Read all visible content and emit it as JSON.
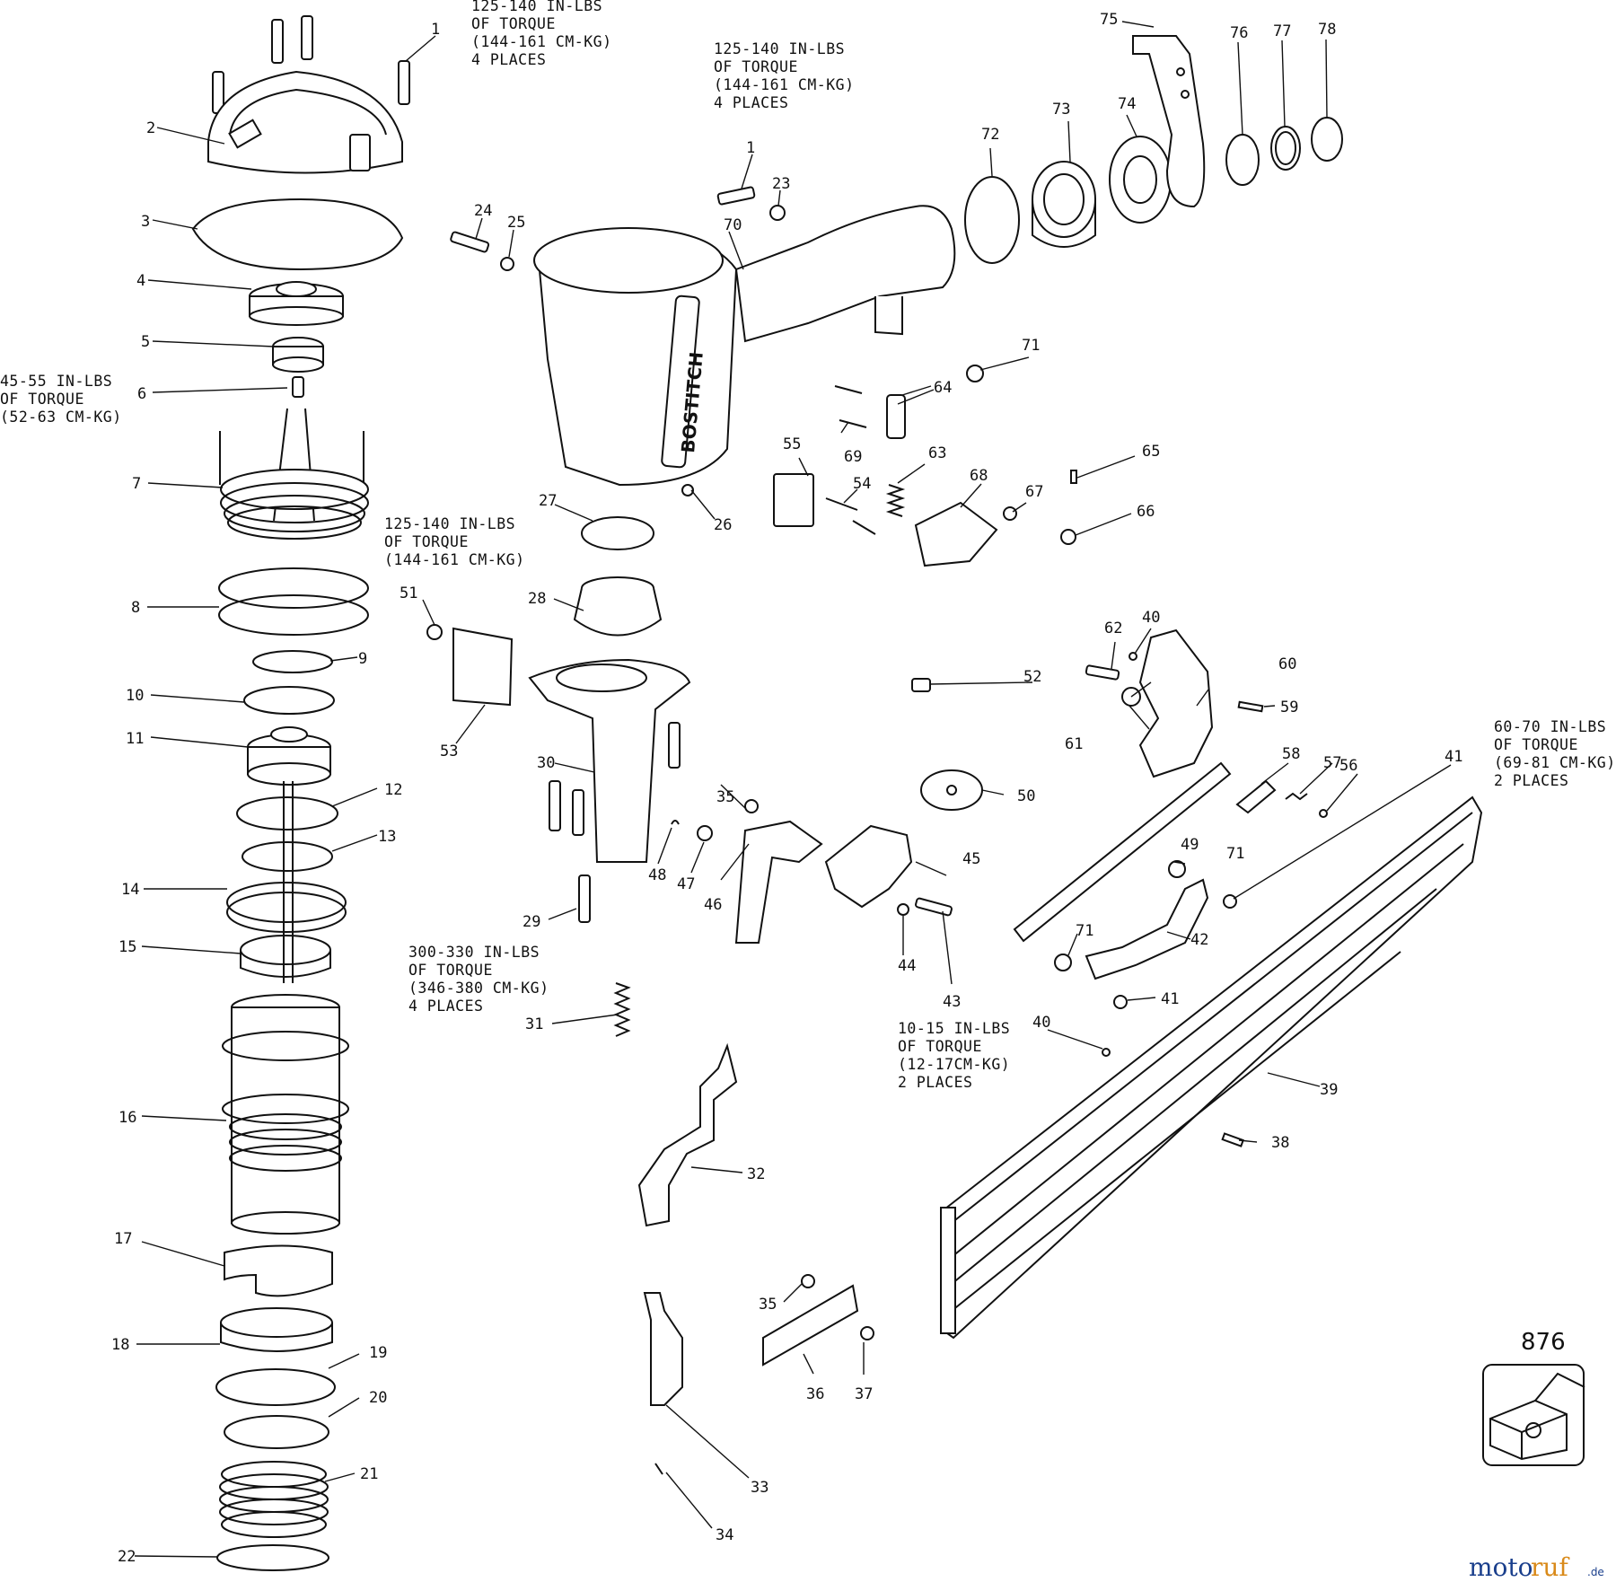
{
  "torque_notes": {
    "n1": [
      "125-140 IN-LBS",
      "OF TORQUE",
      "(144-161 CM-KG)",
      "4 PLACES"
    ],
    "n2": [
      "125-140 IN-LBS",
      "OF TORQUE",
      "(144-161 CM-KG)",
      "4 PLACES"
    ],
    "n3": [
      "45-55 IN-LBS",
      "OF TORQUE",
      "(52-63 CM-KG)"
    ],
    "n4": [
      "125-140 IN-LBS",
      "OF TORQUE",
      "(144-161 CM-KG)"
    ],
    "n5": [
      "300-330 IN-LBS",
      "OF TORQUE",
      "(346-380 CM-KG)",
      "4 PLACES"
    ],
    "n6": [
      "10-15 IN-LBS",
      "OF TORQUE",
      "(12-17CM-KG)",
      "2 PLACES"
    ],
    "n7": [
      "60-70 IN-LBS",
      "OF TORQUE",
      "(69-81 CM-KG)",
      "2 PLACES"
    ]
  },
  "part_numbers": {
    "p1a": "1",
    "p1b": "1",
    "p2": "2",
    "p3": "3",
    "p4": "4",
    "p5": "5",
    "p6": "6",
    "p7": "7",
    "p8": "8",
    "p9": "9",
    "p10": "10",
    "p11": "11",
    "p12": "12",
    "p13": "13",
    "p14": "14",
    "p15": "15",
    "p16": "16",
    "p17": "17",
    "p18": "18",
    "p19": "19",
    "p20": "20",
    "p21": "21",
    "p22": "22",
    "p23": "23",
    "p24": "24",
    "p25": "25",
    "p26": "26",
    "p27": "27",
    "p28": "28",
    "p29": "29",
    "p30": "30",
    "p31": "31",
    "p32": "32",
    "p33": "33",
    "p34": "34",
    "p35a": "35",
    "p35b": "35",
    "p36": "36",
    "p37": "37",
    "p38": "38",
    "p39": "39",
    "p40a": "40",
    "p40b": "40",
    "p41a": "41",
    "p41b": "41",
    "p42": "42",
    "p43": "43",
    "p44": "44",
    "p45": "45",
    "p46": "46",
    "p47": "47",
    "p48": "48",
    "p49": "49",
    "p50": "50",
    "p51": "51",
    "p52": "52",
    "p53": "53",
    "p54": "54",
    "p55": "55",
    "p56": "56",
    "p57": "57",
    "p58": "58",
    "p59": "59",
    "p60": "60",
    "p61": "61",
    "p62": "62",
    "p63": "63",
    "p64": "64",
    "p65": "65",
    "p66": "66",
    "p67": "67",
    "p68": "68",
    "p69": "69",
    "p70": "70",
    "p71a": "71",
    "p71b": "71",
    "p71c": "71",
    "p72": "72",
    "p73": "73",
    "p74": "74",
    "p75": "75",
    "p76": "76",
    "p77": "77",
    "p78": "78"
  },
  "kit": {
    "number": "876"
  },
  "brand": {
    "text": "BOSTITCH"
  },
  "watermark": {
    "part1": "moto",
    "part2": "ruf",
    "suffix": ".de"
  }
}
